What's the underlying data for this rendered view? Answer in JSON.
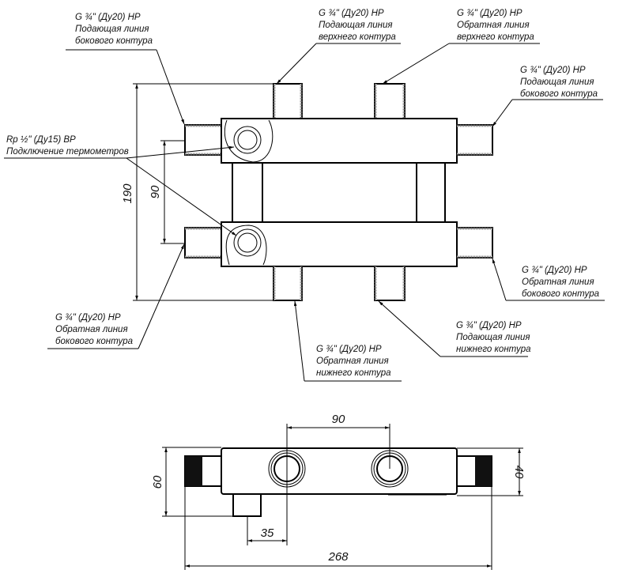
{
  "callouts": [
    {
      "spec": "G ¾\" (Ду20) НР",
      "line1": "Подающая линия",
      "line2": "бокового контура"
    },
    {
      "spec": "G ¾\" (Ду20) НР",
      "line1": "Подающая линия",
      "line2": "верхнего контура"
    },
    {
      "spec": "G ¾\" (Ду20) НР",
      "line1": "Обратная линия",
      "line2": "верхнего контура"
    },
    {
      "spec": "G ¾\" (Ду20) НР",
      "line1": "Подающая линия",
      "line2": "бокового контура"
    },
    {
      "spec": "Rp ½\" (Ду15) ВР",
      "line1": "Подключение термометров"
    },
    {
      "spec": "G ¾\" (Ду20) НР",
      "line1": "Обратная линия",
      "line2": "бокового контура"
    },
    {
      "spec": "G ¾\" (Ду20) НР",
      "line1": "Обратная линия",
      "line2": "бокового контура"
    },
    {
      "spec": "G ¾\" (Ду20) НР",
      "line1": "Подающая линия",
      "line2": "нижнего контура"
    },
    {
      "spec": "G ¾\" (Ду20) НР",
      "line1": "Обратная линия",
      "line2": "нижнего контура"
    }
  ],
  "dimensions": {
    "height_total": "190",
    "axis_spacing": "90",
    "top_spacing": "90",
    "depth": "60",
    "pipe_height": "40",
    "boss_offset": "35",
    "length_total": "268"
  }
}
